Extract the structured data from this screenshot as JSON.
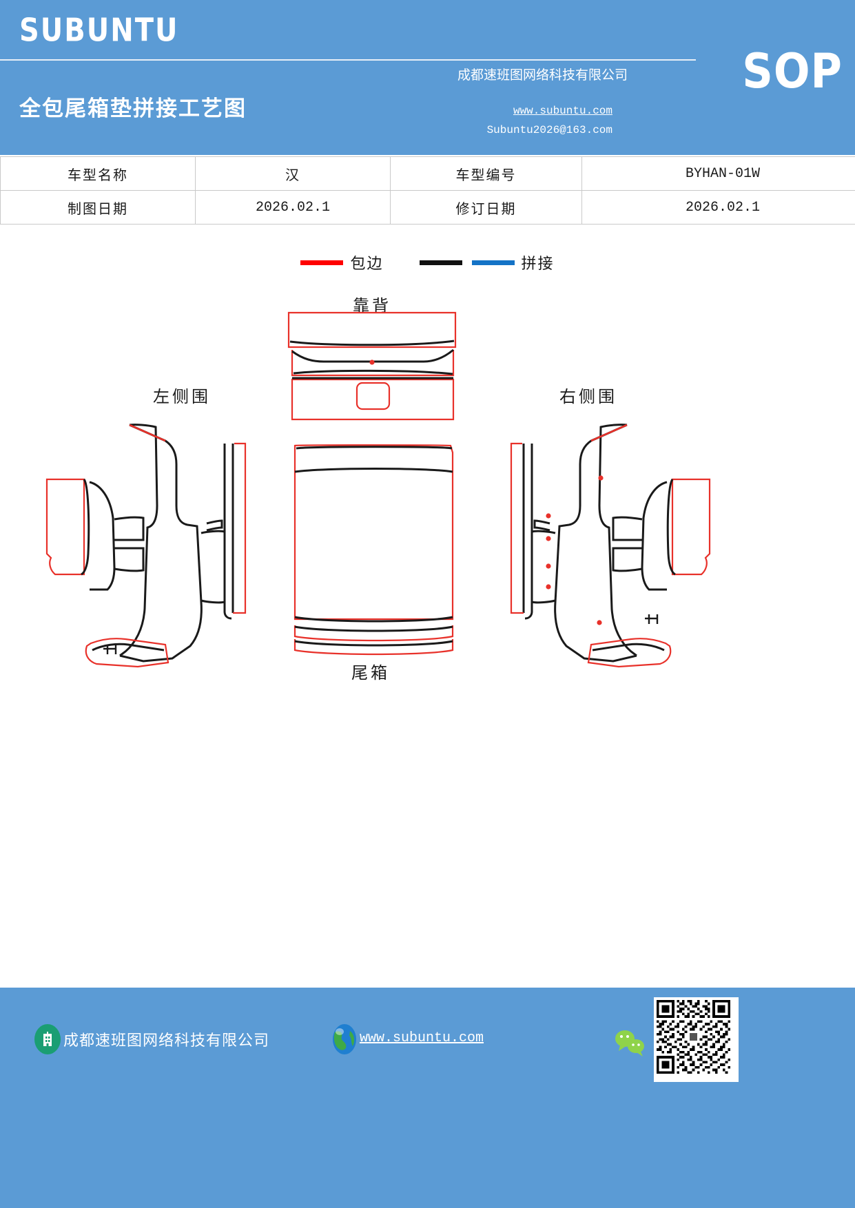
{
  "header": {
    "brand": "SUBUNTU",
    "doc_title": "全包尾箱垫拼接工艺图",
    "sop_badge": "SOP",
    "company_name": "成都速班图网络科技有限公司",
    "website": "www.subuntu.com",
    "email": "Subuntu2026@163.com",
    "background_color": "#5b9bd5"
  },
  "info_table": {
    "rows": [
      {
        "label1": "车型名称",
        "value1": "汉",
        "label2": "车型编号",
        "value2": "BYHAN-01W"
      },
      {
        "label1": "制图日期",
        "value1": "2026.02.1",
        "label2": "修订日期",
        "value2": "2026.02.1"
      }
    ]
  },
  "legend": {
    "items": [
      {
        "label": "包边",
        "colors": [
          "#fe0000"
        ]
      },
      {
        "label": "拼接",
        "colors": [
          "#111111",
          "#1473c6"
        ]
      }
    ]
  },
  "drawing": {
    "part_labels": {
      "backrest": "靠背",
      "left_side": "左侧围",
      "right_side": "右侧围",
      "trunk": "尾箱"
    },
    "colors": {
      "edging": "#e8312a",
      "splice_black": "#111111",
      "splice_blue": "#1473c6",
      "marker_dot": "#e8312a"
    }
  },
  "footer": {
    "company_name": "成都速班图网络科技有限公司",
    "website": "www.subuntu.com",
    "background_color": "#5b9bd5",
    "icons": {
      "building": "building-icon",
      "globe": "globe-icon",
      "wechat": "wechat-icon",
      "qr": "qr-code"
    }
  }
}
